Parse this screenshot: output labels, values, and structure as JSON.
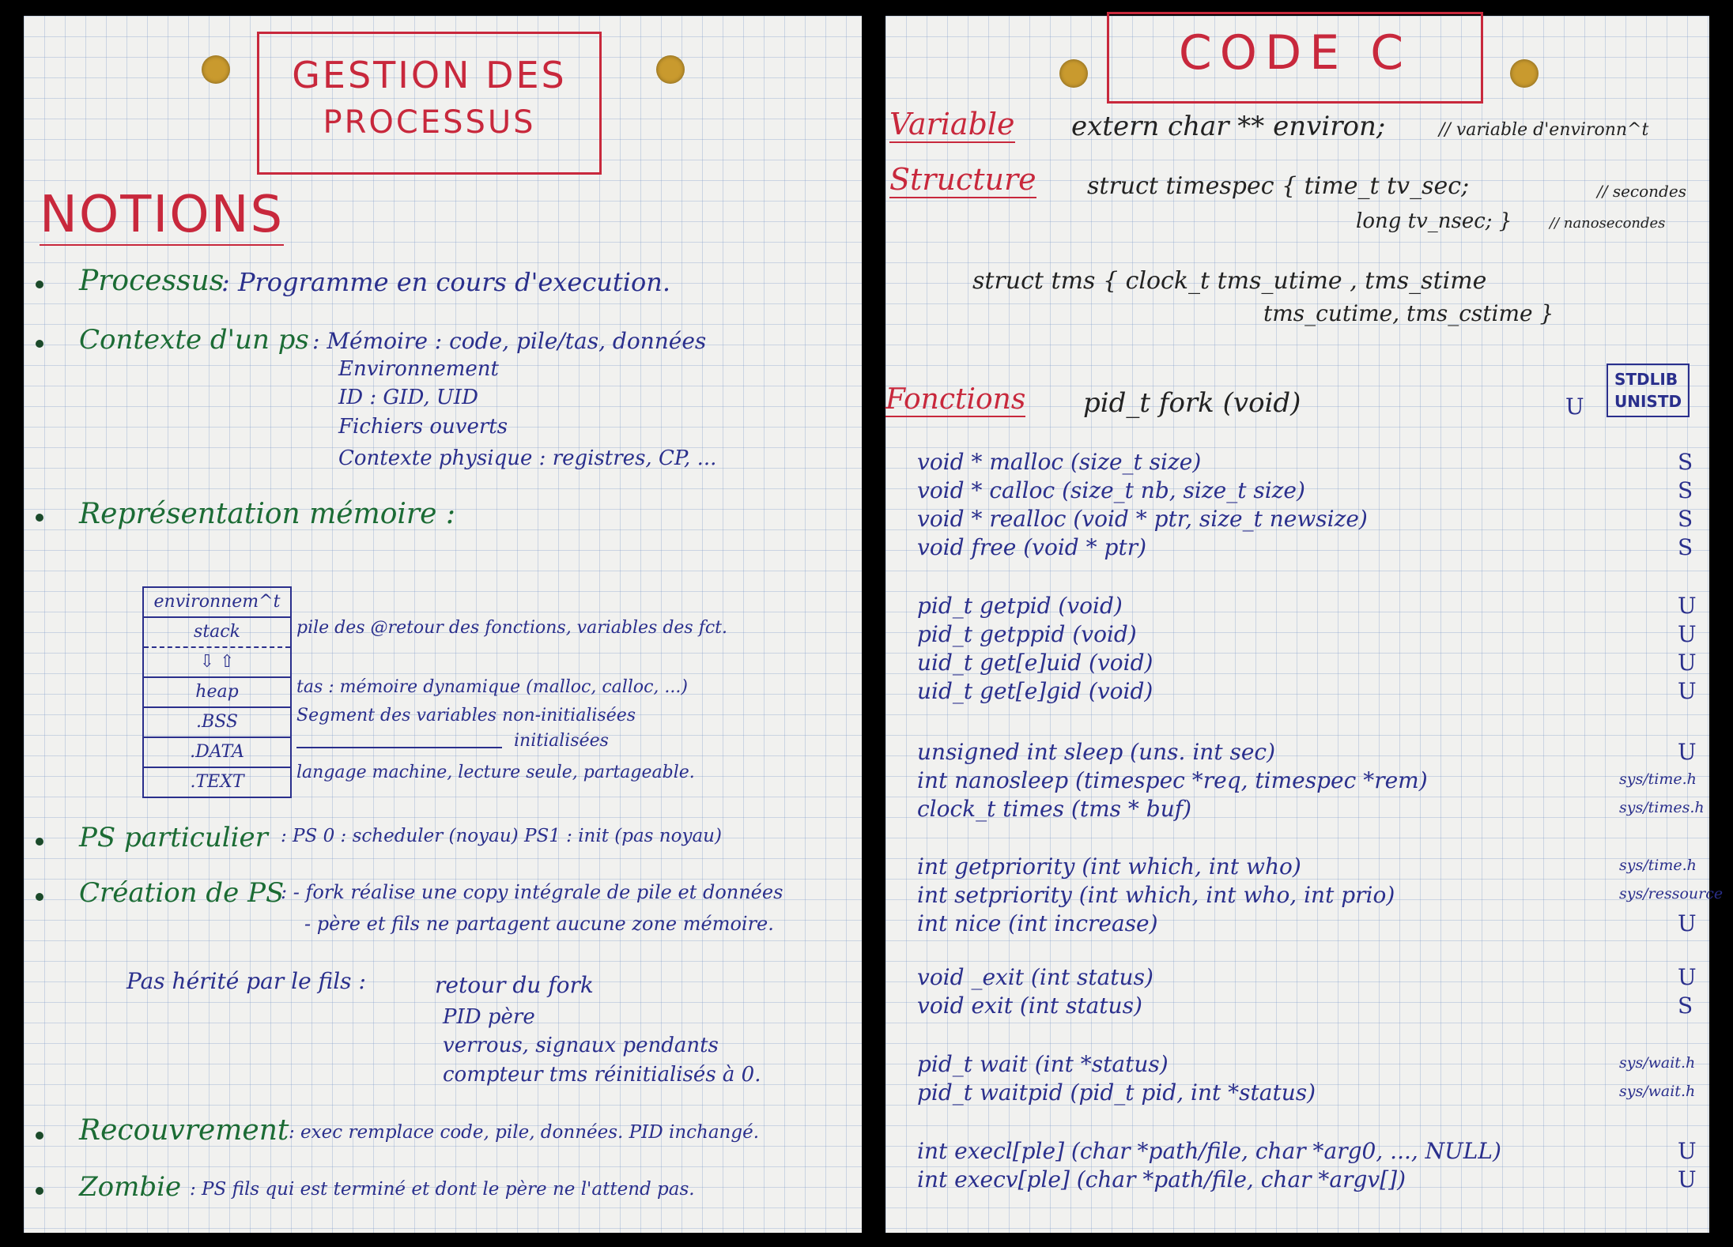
{
  "left": {
    "title": [
      "GESTION DES",
      "PROCESSUS"
    ],
    "heading": "NOTIONS",
    "processus": {
      "label": "Processus",
      "text": ": Programme en cours d'execution."
    },
    "contexte": {
      "label": "Contexte d'un ps",
      "items": [
        ": Mémoire : code, pile/tas, données",
        "Environnement",
        "ID : GID, UID",
        "Fichiers ouverts",
        "Contexte physique : registres, CP, ..."
      ]
    },
    "representation": {
      "label": "Représentation mémoire :"
    },
    "memory_table": {
      "rows": [
        "environnem^t",
        "stack",
        "⇩ ⇧",
        "heap",
        ".BSS",
        ".DATA",
        ".TEXT"
      ],
      "notes": {
        "stack": "pile des @retour des fonctions, variables des fct.",
        "heap": "tas : mémoire dynamique (malloc, calloc, ...)",
        "bss": "Segment des variables non-initialisées",
        "data": "initialisées",
        "text": "langage machine, lecture seule, partageable."
      }
    },
    "particulier": {
      "label": "PS particulier",
      "text": ": PS 0 : scheduler (noyau)   PS1 : init (pas noyau)"
    },
    "creation": {
      "label": "Création de PS",
      "lines": [
        ": - fork réalise une copy intégrale de pile et données",
        "- père et fils ne partagent aucune zone mémoire."
      ]
    },
    "pas_herite": {
      "label": "Pas hérité par le fils :",
      "items": [
        "retour du fork",
        "PID père",
        "verrous, signaux pendants",
        "compteur tms réinitialisés à 0."
      ]
    },
    "recouvrement": {
      "label": "Recouvrement",
      "text": ": exec remplace code, pile, données. PID inchangé."
    },
    "zombie": {
      "label": "Zombie",
      "text": ": PS fils qui est terminé et dont le père ne l'attend pas."
    }
  },
  "right": {
    "title": "CODE C",
    "variable": {
      "label": "Variable",
      "code": "extern char ** environ;",
      "comment": "// variable d'environn^t"
    },
    "structure": {
      "label": "Structure",
      "line1": "struct timespec { time_t tv_sec;",
      "line1_comment": "// secondes",
      "line2": "long tv_nsec; }",
      "line2_comment": "// nanosecondes",
      "tms1": "struct tms { clock_t tms_utime , tms_stime",
      "tms2": "tms_cutime, tms_cstime }"
    },
    "fonctions": {
      "label": "Fonctions",
      "fork": "pid_t fork (void)",
      "fork_lib": "U",
      "legend": [
        "STDLIB",
        "UNISTD"
      ]
    },
    "groups": [
      [
        {
          "f": "void * malloc (size_t size)",
          "lib": "S"
        },
        {
          "f": "void * calloc (size_t nb, size_t size)",
          "lib": "S"
        },
        {
          "f": "void * realloc (void * ptr, size_t newsize)",
          "lib": "S"
        },
        {
          "f": "void free (void * ptr)",
          "lib": "S"
        }
      ],
      [
        {
          "f": "pid_t getpid (void)",
          "lib": "U"
        },
        {
          "f": "pid_t getppid (void)",
          "lib": "U"
        },
        {
          "f": "uid_t get[e]uid (void)",
          "lib": "U"
        },
        {
          "f": "uid_t get[e]gid (void)",
          "lib": "U"
        }
      ],
      [
        {
          "f": "unsigned int sleep (uns. int sec)",
          "lib": "U"
        },
        {
          "f": "int nanosleep (timespec *req, timespec *rem)",
          "lib": "sys/time.h"
        },
        {
          "f": "clock_t times (tms * buf)",
          "lib": "sys/times.h"
        }
      ],
      [
        {
          "f": "int getpriority (int which, int who)",
          "lib": "sys/time.h"
        },
        {
          "f": "int setpriority (int which, int who, int prio)",
          "lib": "sys/ressource"
        },
        {
          "f": "int nice (int increase)",
          "lib": "U"
        }
      ],
      [
        {
          "f": "void _exit (int status)",
          "lib": "U"
        },
        {
          "f": "void exit (int status)",
          "lib": "S"
        }
      ],
      [
        {
          "f": "pid_t wait (int *status)",
          "lib": "sys/wait.h"
        },
        {
          "f": "pid_t waitpid (pid_t pid, int *status)",
          "lib": "sys/wait.h"
        }
      ],
      [
        {
          "f": "int execl[ple] (char *path/file, char *arg0, ..., NULL)",
          "lib": "U"
        },
        {
          "f": "int execv[ple] (char *path/file, char *argv[])",
          "lib": "U"
        }
      ]
    ]
  }
}
